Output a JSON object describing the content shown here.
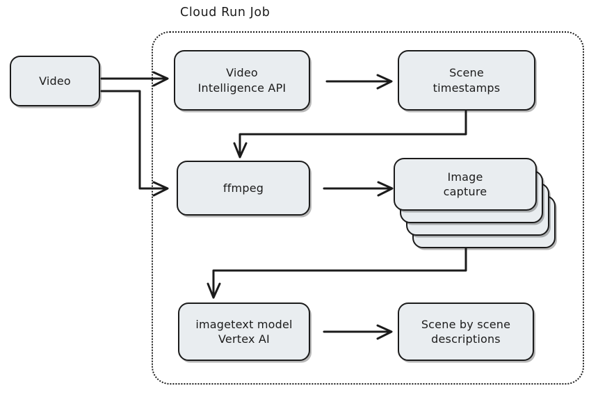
{
  "diagram": {
    "type": "flowchart",
    "title": "Cloud Run Job",
    "background_color": "#ffffff",
    "node_fill_color": "#e9edf0",
    "stroke_color": "#1b1b1b",
    "group": {
      "label": "Cloud Run Job",
      "border_style": "dotted"
    },
    "nodes": [
      {
        "id": "video",
        "label": "Video",
        "shape": "rounded-rect",
        "inside_group": false
      },
      {
        "id": "vi-api",
        "label": "Video\nIntelligence API",
        "shape": "rounded-rect",
        "inside_group": true
      },
      {
        "id": "timestamps",
        "label": "Scene\ntimestamps",
        "shape": "rounded-rect",
        "inside_group": true
      },
      {
        "id": "ffmpeg",
        "label": "ffmpeg",
        "shape": "rounded-rect",
        "inside_group": true
      },
      {
        "id": "image-capture",
        "label": "Image\ncapture",
        "shape": "stacked-rect",
        "inside_group": true,
        "stack_count": 4
      },
      {
        "id": "imagetext",
        "label": "imagetext model\nVertex AI",
        "shape": "rounded-rect",
        "inside_group": true
      },
      {
        "id": "descriptions",
        "label": "Scene by scene\ndescriptions",
        "shape": "rounded-rect",
        "inside_group": true
      }
    ],
    "edges": [
      {
        "from": "video",
        "to": "vi-api",
        "style": "straight"
      },
      {
        "from": "video",
        "to": "ffmpeg",
        "style": "elbow"
      },
      {
        "from": "vi-api",
        "to": "timestamps",
        "style": "straight"
      },
      {
        "from": "timestamps",
        "to": "ffmpeg",
        "style": "elbow"
      },
      {
        "from": "ffmpeg",
        "to": "image-capture",
        "style": "straight"
      },
      {
        "from": "image-capture",
        "to": "imagetext",
        "style": "elbow"
      },
      {
        "from": "imagetext",
        "to": "descriptions",
        "style": "straight"
      }
    ]
  }
}
